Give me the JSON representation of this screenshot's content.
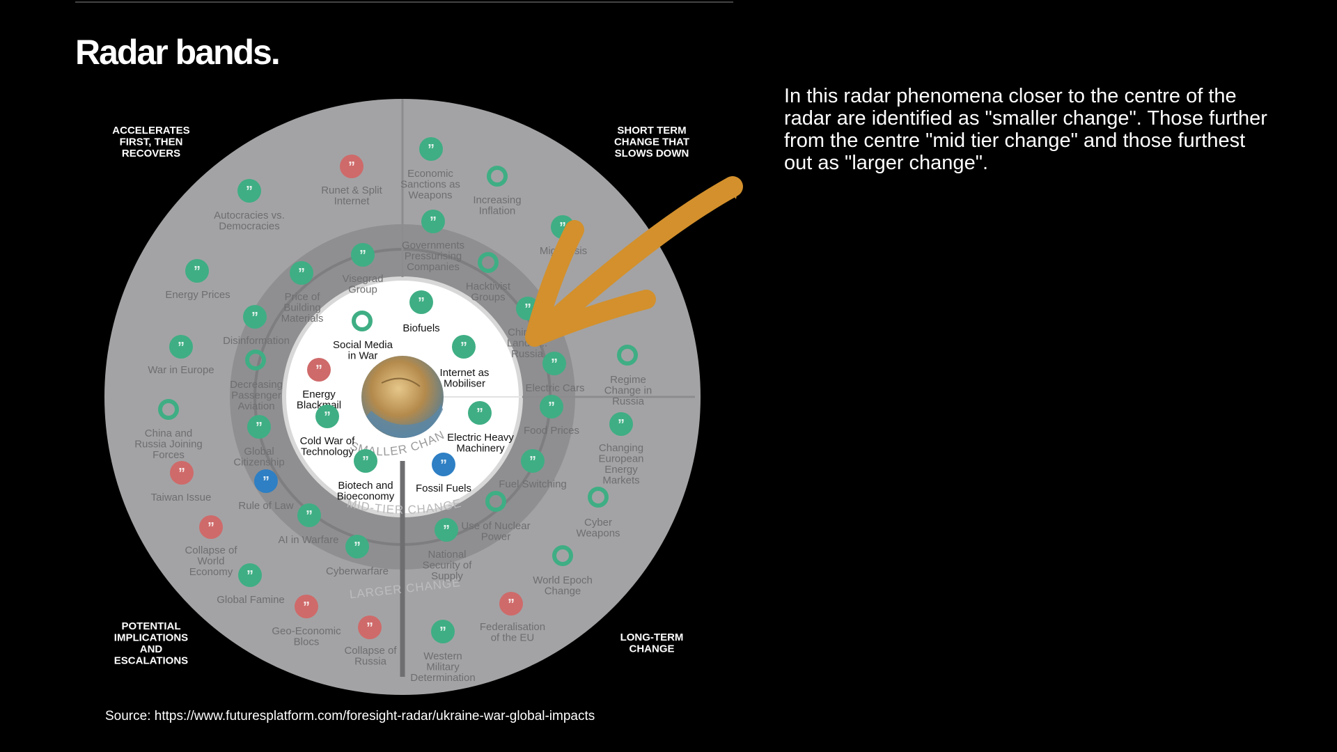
{
  "slide": {
    "title": "Radar bands.",
    "description": "In this radar phenomena closer to the centre of the radar are identified as \"smaller change\". Those further from the centre \"mid tier change\" and those furthest out as \"larger change\".",
    "source": "Source: https://www.futuresplatform.com/foresight-radar/ukraine-war-global-impacts"
  },
  "colors": {
    "background": "#000000",
    "outer_band": "#a3a3a5",
    "mid_band": "#8f8f91",
    "inner_circle": "#ffffff",
    "green_marker": "#3fae84",
    "red_marker": "#cf6a6a",
    "blue_marker": "#2e7fc4",
    "arrow": "#d3902c",
    "faded_label": "#6e6e70"
  },
  "radar": {
    "quadrants": [
      {
        "lines": [
          "ACCELERATES",
          "FIRST, THEN",
          "RECOVERS"
        ]
      },
      {
        "lines": [
          "SHORT TERM",
          "CHANGE THAT",
          "SLOWS DOWN"
        ]
      },
      {
        "lines": [
          "POTENTIAL",
          "IMPLICATIONS",
          "AND",
          "ESCALATIONS"
        ]
      },
      {
        "lines": [
          "LONG-TERM",
          "CHANGE"
        ]
      }
    ],
    "band_labels": {
      "smaller": "SMALLER CHANGE",
      "mid": "MID-TIER CHANGE",
      "larger": "LARGER CHANGE"
    },
    "inner_items": [
      {
        "lines": [
          "Biofuels"
        ],
        "marker": "green"
      },
      {
        "lines": [
          "Social Media",
          "in War"
        ],
        "marker": "ring"
      },
      {
        "lines": [
          "Internet as",
          "Mobiliser"
        ],
        "marker": "green"
      },
      {
        "lines": [
          "Energy",
          "Blackmail"
        ],
        "marker": "red"
      },
      {
        "lines": [
          "Cold War of",
          "Technology"
        ],
        "marker": "green"
      },
      {
        "lines": [
          "Electric Heavy",
          "Machinery"
        ],
        "marker": "green"
      },
      {
        "lines": [
          "Biotech and",
          "Bioeconomy"
        ],
        "marker": "green"
      },
      {
        "lines": [
          "Fossil Fuels"
        ],
        "marker": "blue"
      }
    ],
    "mid_items": [
      {
        "lines": [
          "Visegrad",
          "Group"
        ],
        "marker": "green"
      },
      {
        "lines": [
          "Governments",
          "Pressurising",
          "Companies"
        ],
        "marker": "green"
      },
      {
        "lines": [
          "Hacktivist",
          "Groups"
        ],
        "marker": "ring"
      },
      {
        "lines": [
          "Price of",
          "Building",
          "Materials"
        ],
        "marker": "green"
      },
      {
        "lines": [
          "Disinformation"
        ],
        "marker": "green"
      },
      {
        "lines": [
          "Decreasing",
          "Passenger",
          "Aviation"
        ],
        "marker": "ring"
      },
      {
        "lines": [
          "Global",
          "Citizenship"
        ],
        "marker": "green"
      },
      {
        "lines": [
          "Rule of Law"
        ],
        "marker": "blue"
      },
      {
        "lines": [
          "AI in Warfare"
        ],
        "marker": "green"
      },
      {
        "lines": [
          "Cyberwarfare"
        ],
        "marker": "green"
      },
      {
        "lines": [
          "China ...",
          "Land fr...",
          "Russia"
        ],
        "marker": "green"
      },
      {
        "lines": [
          "Electric Cars"
        ],
        "marker": "green"
      },
      {
        "lines": [
          "Food Prices"
        ],
        "marker": "green"
      },
      {
        "lines": [
          "Fuel Switching"
        ],
        "marker": "green"
      },
      {
        "lines": [
          "Use of Nuclear",
          "Power"
        ],
        "marker": "ring"
      },
      {
        "lines": [
          "National",
          "Security of",
          "Supply"
        ],
        "marker": "green"
      }
    ],
    "outer_items": [
      {
        "lines": [
          "Runet & Split",
          "Internet"
        ],
        "marker": "red"
      },
      {
        "lines": [
          "Economic",
          "Sanctions as",
          "Weapons"
        ],
        "marker": "green"
      },
      {
        "lines": [
          "Increasing",
          "Inflation"
        ],
        "marker": "ring"
      },
      {
        "lines": [
          "Autocracies vs.",
          "Democracies"
        ],
        "marker": "green"
      },
      {
        "lines": [
          "Migra...sis"
        ],
        "marker": "green"
      },
      {
        "lines": [
          "Energy Prices"
        ],
        "marker": "green"
      },
      {
        "lines": [
          "War in Europe"
        ],
        "marker": "green"
      },
      {
        "lines": [
          "Regime",
          "Change in",
          "Russia"
        ],
        "marker": "ring"
      },
      {
        "lines": [
          "China and",
          "Russia Joining",
          "Forces"
        ],
        "marker": "ring"
      },
      {
        "lines": [
          "Changing",
          "European",
          "Energy",
          "Markets"
        ],
        "marker": "green"
      },
      {
        "lines": [
          "Taiwan Issue"
        ],
        "marker": "red"
      },
      {
        "lines": [
          "Cyber",
          "Weapons"
        ],
        "marker": "ring"
      },
      {
        "lines": [
          "Collapse of",
          "World",
          "Economy"
        ],
        "marker": "red"
      },
      {
        "lines": [
          "World Epoch",
          "Change"
        ],
        "marker": "ring"
      },
      {
        "lines": [
          "Global Famine"
        ],
        "marker": "green"
      },
      {
        "lines": [
          "Geo-Economic",
          "Blocs"
        ],
        "marker": "red"
      },
      {
        "lines": [
          "Collapse of",
          "Russia"
        ],
        "marker": "red"
      },
      {
        "lines": [
          "Federalisation",
          "of the EU"
        ],
        "marker": "red"
      },
      {
        "lines": [
          "Western",
          "Military",
          "Determination"
        ],
        "marker": "green"
      }
    ]
  }
}
